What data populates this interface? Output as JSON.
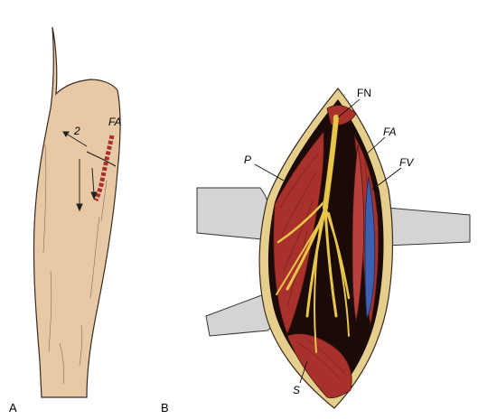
{
  "panels": {
    "a": {
      "label": "A"
    },
    "b": {
      "label": "B"
    }
  },
  "labels": {
    "fa_a": "FA",
    "num2": "2",
    "fn": "FN",
    "fa_b": "FA",
    "fv": "FV",
    "p": "P",
    "s": "S"
  },
  "colors": {
    "skin": "#e8c9a6",
    "muscle": "#a8312c",
    "nerve": "#e8c64a",
    "vein": "#3d5fb0",
    "fat": "#e6cf8c",
    "retractor": "#d4d4d4",
    "cavity": "#1a0a08"
  }
}
